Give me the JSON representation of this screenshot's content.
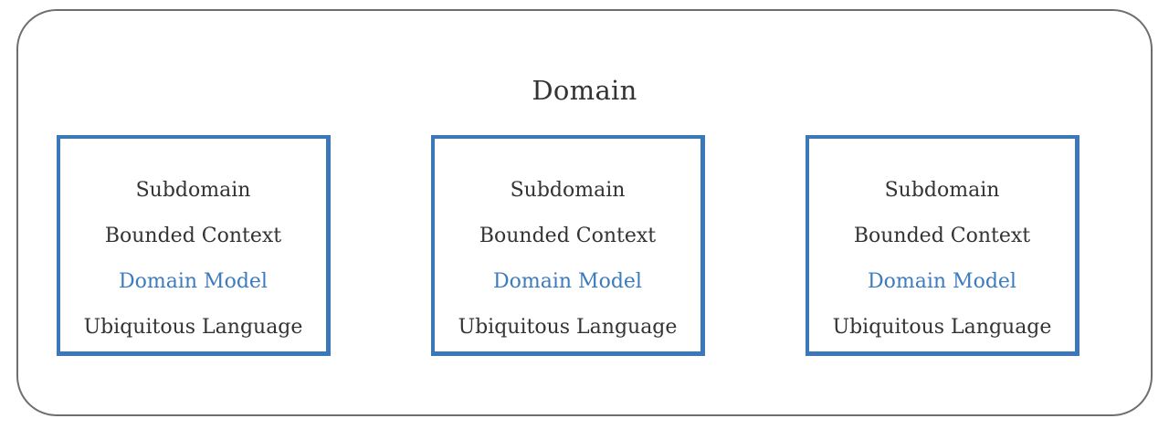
{
  "diagram": {
    "title": "Domain",
    "accent_color": "#3a78b9",
    "model_text_color": "#3d7bbf",
    "cards": [
      {
        "subdomain": "Subdomain",
        "bounded_context": "Bounded Context",
        "domain_model": "Domain Model",
        "ubiquitous_language": "Ubiquitous Language"
      },
      {
        "subdomain": "Subdomain",
        "bounded_context": "Bounded Context",
        "domain_model": "Domain Model",
        "ubiquitous_language": "Ubiquitous Language"
      },
      {
        "subdomain": "Subdomain",
        "bounded_context": "Bounded Context",
        "domain_model": "Domain Model",
        "ubiquitous_language": "Ubiquitous Language"
      }
    ]
  }
}
